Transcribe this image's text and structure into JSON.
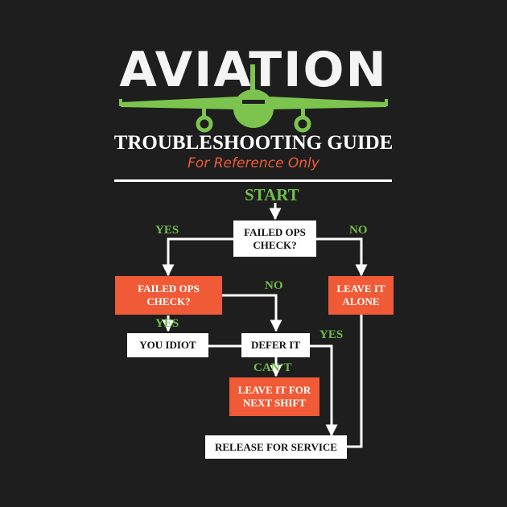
{
  "header": {
    "title": "AVIATION",
    "subtitle": "TROUBLESHOOTING GUIDE",
    "tagline": "For Reference Only"
  },
  "flow": {
    "start": "START",
    "q1": "FAILED OPS\nCHECK?",
    "q2": "FAILED OPS\nCHECK?",
    "leave_alone": "LEAVE IT\nALONE",
    "you_idiot": "YOU IDIOT",
    "defer_it": "DEFER IT",
    "next_shift": "LEAVE IT FOR\nNEXT SHIFT",
    "release": "RELEASE FOR SERVICE",
    "labels": {
      "yes_1": "YES",
      "no_1": "NO",
      "no_2": "NO",
      "yes_2": "YES",
      "yes_3": "YES",
      "cant": "CAN’T"
    }
  },
  "colors": {
    "background": "#1e1e1e",
    "green": "#6fbe4a",
    "orange": "#f05a36",
    "white": "#ffffff"
  },
  "icons": [
    "airplane-icon"
  ]
}
